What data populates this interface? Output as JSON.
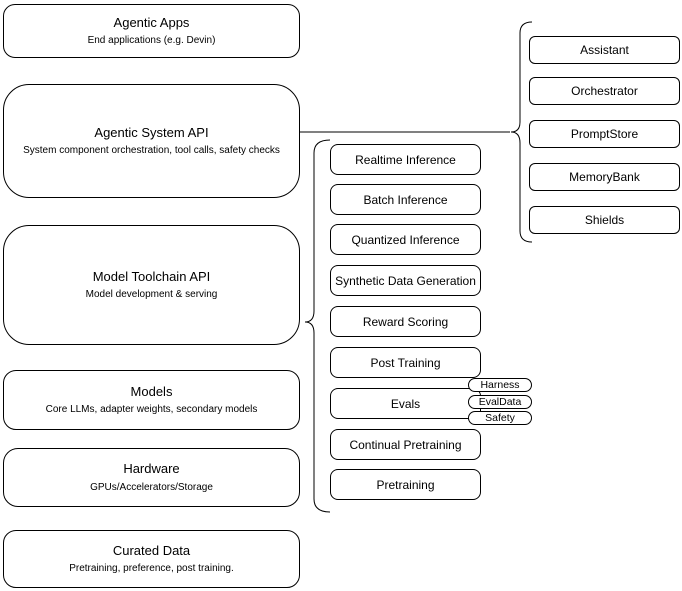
{
  "diagram": {
    "stack": [
      {
        "title": "Agentic Apps",
        "subtitle": "End applications (e.g. Devin)"
      },
      {
        "title": "Agentic System API",
        "subtitle": "System component orchestration, tool calls, safety checks"
      },
      {
        "title": "Model Toolchain API",
        "subtitle": "Model development & serving"
      },
      {
        "title": "Models",
        "subtitle": "Core LLMs, adapter weights, secondary models"
      },
      {
        "title": "Hardware",
        "subtitle": "GPUs/Accelerators/Storage"
      },
      {
        "title": "Curated Data",
        "subtitle": "Pretraining, preference, post training."
      }
    ],
    "toolchain_services": [
      "Realtime Inference",
      "Batch Inference",
      "Quantized Inference",
      "Synthetic Data Generation",
      "Reward Scoring",
      "Post Training",
      "Evals",
      "Continual Pretraining",
      "Pretraining"
    ],
    "eval_components": [
      "Harness",
      "EvalData",
      "Safety"
    ],
    "system_components": [
      "Assistant",
      "Orchestrator",
      "PromptStore",
      "MemoryBank",
      "Shields"
    ],
    "colors": {
      "stroke": "#000000",
      "fill": "#ffffff",
      "background": "#ffffff"
    }
  }
}
